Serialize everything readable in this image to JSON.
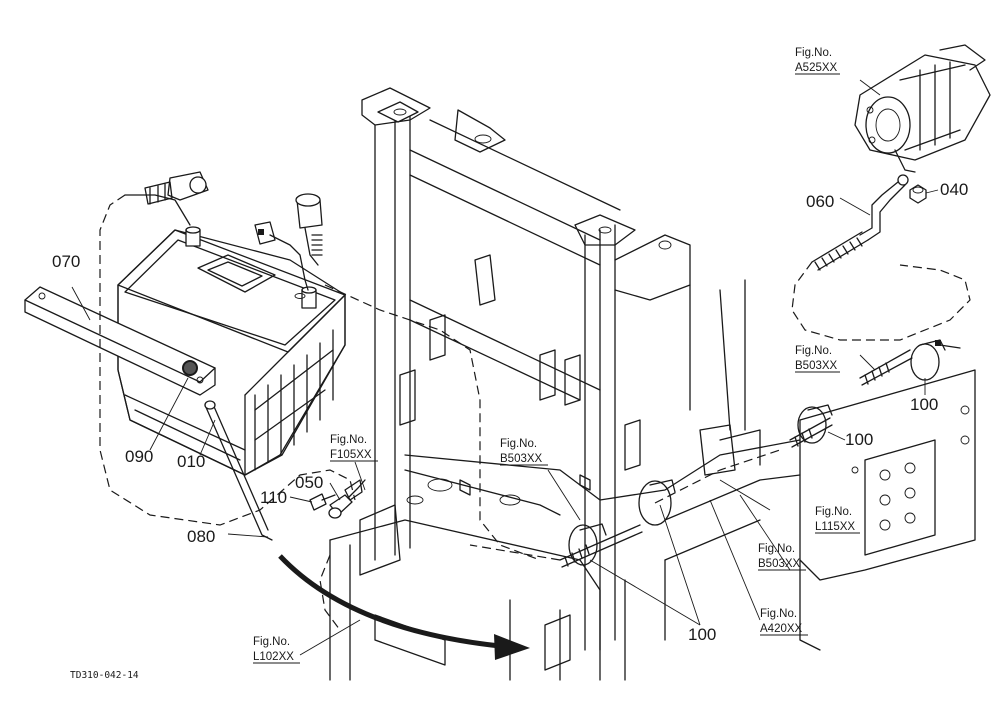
{
  "part_numbers": {
    "p010": "010",
    "p040": "040",
    "p050": "050",
    "p060": "060",
    "p070": "070",
    "p080": "080",
    "p090": "090",
    "p100_a": "100",
    "p100_b": "100",
    "p100_c": "100",
    "p110": "110"
  },
  "fig_refs": {
    "fig_label": "Fig.No.",
    "a525": "A525XX",
    "b503_top": "B503XX",
    "b503_mid": "B503XX",
    "b503_low": "B503XX",
    "f105": "F105XX",
    "l115": "L115XX",
    "a420": "A420XX",
    "l102": "L102XX"
  },
  "drawing_code": "TD310-042-14"
}
